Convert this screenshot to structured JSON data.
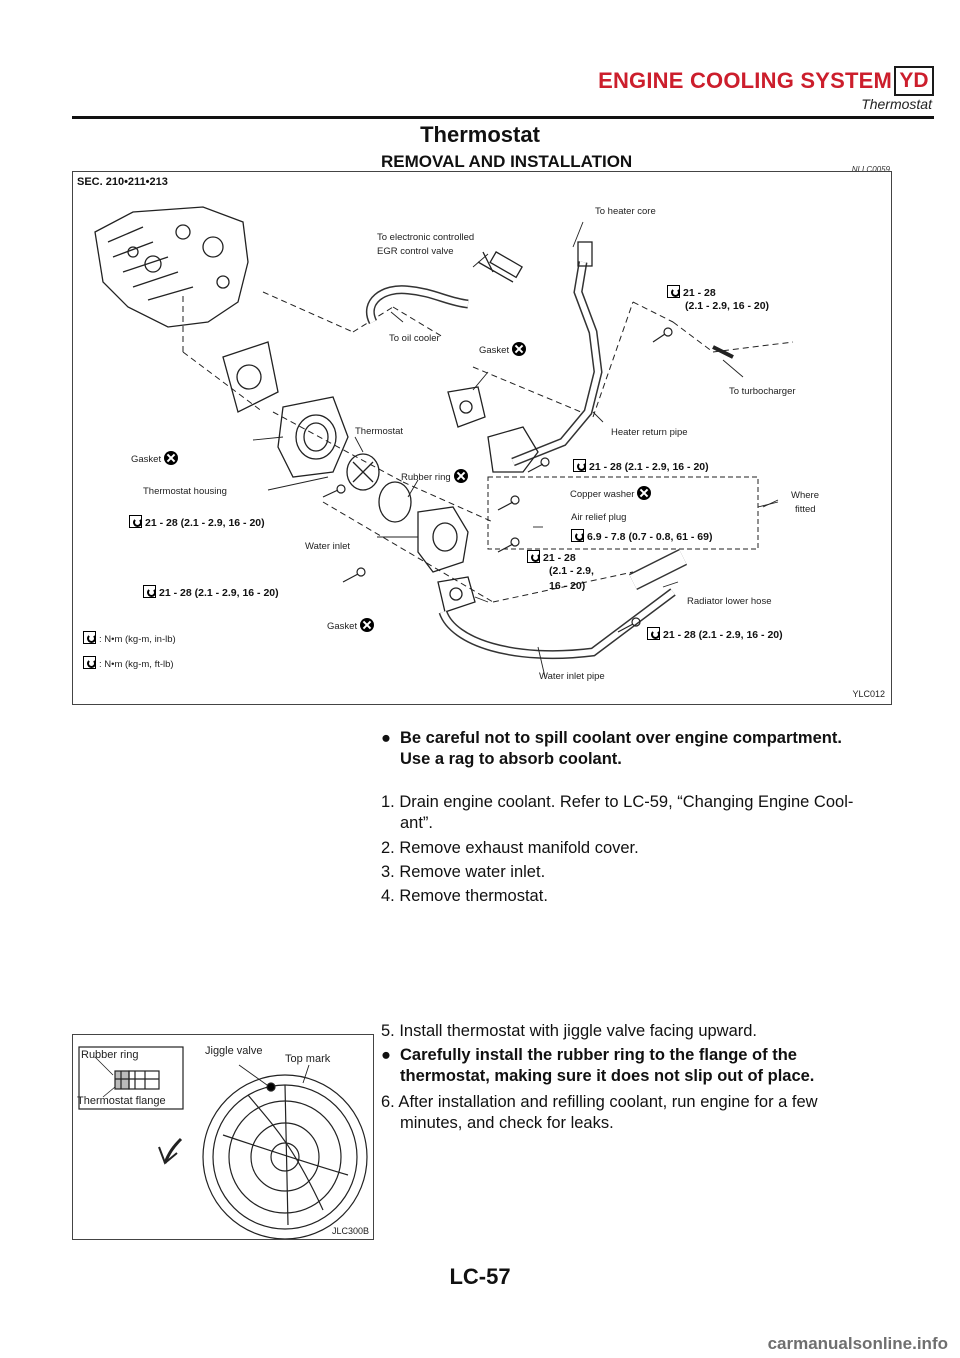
{
  "header": {
    "section": "ENGINE COOLING SYSTEM",
    "engine_code": "YD",
    "subsection": "Thermostat"
  },
  "page": {
    "title": "Thermostat",
    "subtitle": "REMOVAL AND INSTALLATION",
    "ref_code": "NLLC0059"
  },
  "figure1": {
    "sec": "SEC. 210•211•213",
    "code": "YLC012",
    "labels": {
      "heater_core": "To heater core",
      "egr_line1": "To electronic controlled",
      "egr_line2": "EGR control valve",
      "oil_cooler": "To oil cooler",
      "gasket_top": "Gasket",
      "turbocharger": "To turbocharger",
      "heater_return": "Heater return pipe",
      "thermostat": "Thermostat",
      "gasket_left": "Gasket",
      "rubber_ring": "Rubber ring",
      "thermostat_housing": "Thermostat housing",
      "copper_washer": "Copper washer",
      "where_fitted_1": "Where",
      "where_fitted_2": "fitted",
      "air_relief": "Air relief plug",
      "water_inlet": "Water inlet",
      "radiator_hose": "Radiator lower hose",
      "gasket_bottom": "Gasket",
      "water_inlet_pipe": "Water inlet pipe",
      "legend_inlb": ": N•m (kg-m, in-lb)",
      "legend_ftlb": ": N•m (kg-m, ft-lb)"
    },
    "torques": {
      "t1_line1": "21 - 28",
      "t1_line2": "(2.1 - 2.9, 16 - 20)",
      "t2": "21 - 28 (2.1 - 2.9, 16 - 20)",
      "t3": "21 - 28 (2.1 - 2.9, 16 - 20)",
      "t4": "6.9 - 7.8 (0.7 - 0.8, 61 - 69)",
      "t5_line1": "21 - 28",
      "t5_line2": "(2.1 - 2.9,",
      "t5_line3": "16 - 20)",
      "t6": "21 - 28 (2.1 - 2.9, 16 - 20)",
      "t7": "21 - 28 (2.1 - 2.9, 16 - 20)"
    }
  },
  "caution": {
    "bullet": "●",
    "line1": "Be careful not to spill coolant over engine compartment.",
    "line2": "Use a rag to absorb coolant."
  },
  "removal_steps": [
    {
      "line1": "1. Drain engine coolant. Refer to LC-59, “Changing Engine Cool-",
      "line2": "ant”."
    },
    {
      "line1": "2. Remove exhaust manifold cover."
    },
    {
      "line1": "3. Remove water inlet."
    },
    {
      "line1": "4. Remove thermostat."
    }
  ],
  "install": {
    "step5": "5. Install thermostat with jiggle valve facing upward.",
    "bullet2_line1": "Carefully install the rubber ring to the flange of the",
    "bullet2_line2": "thermostat, making sure it does not slip out of place.",
    "step6_line1": "6. After installation and refilling coolant, run engine for a few",
    "step6_line2": "minutes, and check for leaks."
  },
  "figure2": {
    "rubber_ring": "Rubber ring",
    "thermostat_flange": "Thermostat flange",
    "jiggle_valve": "Jiggle valve",
    "top_mark": "Top mark",
    "code": "JLC300B"
  },
  "footer": {
    "page_number": "LC-57",
    "watermark": "carmanualsonline.info"
  }
}
